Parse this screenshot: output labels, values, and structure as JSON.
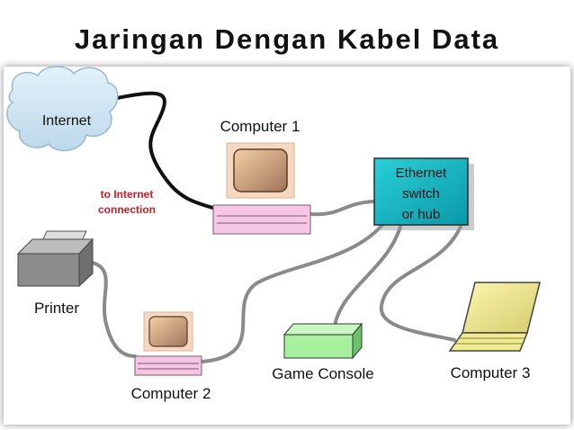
{
  "title": "Jaringan Dengan Kabel Data",
  "nodes": {
    "internet": "Internet",
    "computer1": "Computer 1",
    "switch_line1": "Ethernet",
    "switch_line2": "switch",
    "switch_line3": "or hub",
    "printer": "Printer",
    "computer2": "Computer 2",
    "game_console": "Game Console",
    "computer3": "Computer 3"
  },
  "annotation": {
    "line1": "to Internet",
    "line2": "connection",
    "color": "#c0202a"
  },
  "colors": {
    "cable": "#8a8a8a",
    "internet_cable": "#111111",
    "switch": "#12b5c0",
    "console": "#a6f0a0",
    "pc_base": "#f7c6e4",
    "monitor_frame": "#f6d7c0",
    "laptop": "#f0ea90",
    "cloud": "#d3e8f4"
  }
}
